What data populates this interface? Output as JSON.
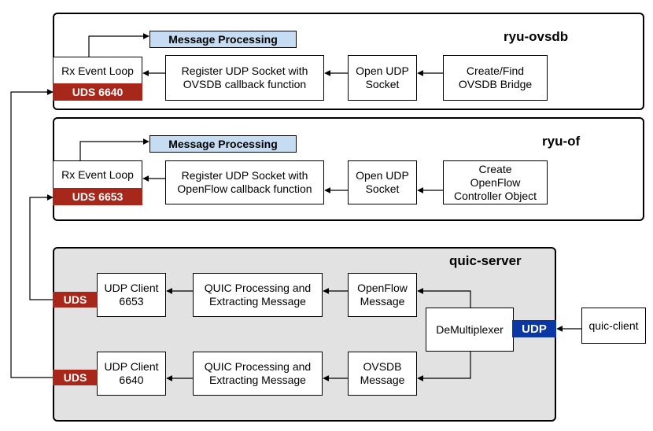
{
  "panels": {
    "ryu_ovsdb": {
      "title": "ryu-ovsdb",
      "rx_event_loop": "Rx Event Loop",
      "uds_tag": "UDS 6640",
      "message_processing": "Message Processing",
      "register": [
        "Register UDP Socket with",
        "OVSDB callback function"
      ],
      "open_udp": [
        "Open UDP",
        "Socket"
      ],
      "create": [
        "Create/Find",
        "OVSDB Bridge"
      ]
    },
    "ryu_of": {
      "title": "ryu-of",
      "rx_event_loop": "Rx Event Loop",
      "uds_tag": "UDS 6653",
      "message_processing": "Message Processing",
      "register": [
        "Register UDP Socket with",
        "OpenFlow callback function"
      ],
      "open_udp": [
        "Open UDP",
        "Socket"
      ],
      "create": [
        "Create",
        "OpenFlow",
        "Controller Object"
      ]
    },
    "quic_server": {
      "title": "quic-server",
      "uds_top": "UDS",
      "uds_bottom": "UDS",
      "udp_client_top": [
        "UDP Client",
        "6653"
      ],
      "udp_client_bottom": [
        "UDP Client",
        "6640"
      ],
      "quic_top": [
        "QUIC Processing and",
        "Extracting Message"
      ],
      "quic_bottom": [
        "QUIC Processing and",
        "Extracting Message"
      ],
      "openflow_msg": [
        "OpenFlow",
        "Message"
      ],
      "ovsdb_msg": [
        "OVSDB",
        "Message"
      ],
      "demux": "DeMultiplexer",
      "udp_tag": "UDP"
    }
  },
  "quic_client": "quic-client",
  "colors": {
    "uds_tag": "#a7281a",
    "udp_tag": "#0a37a3",
    "message_processing": "#c5dcf3",
    "quic_server_panel": "#e2e2e2"
  }
}
